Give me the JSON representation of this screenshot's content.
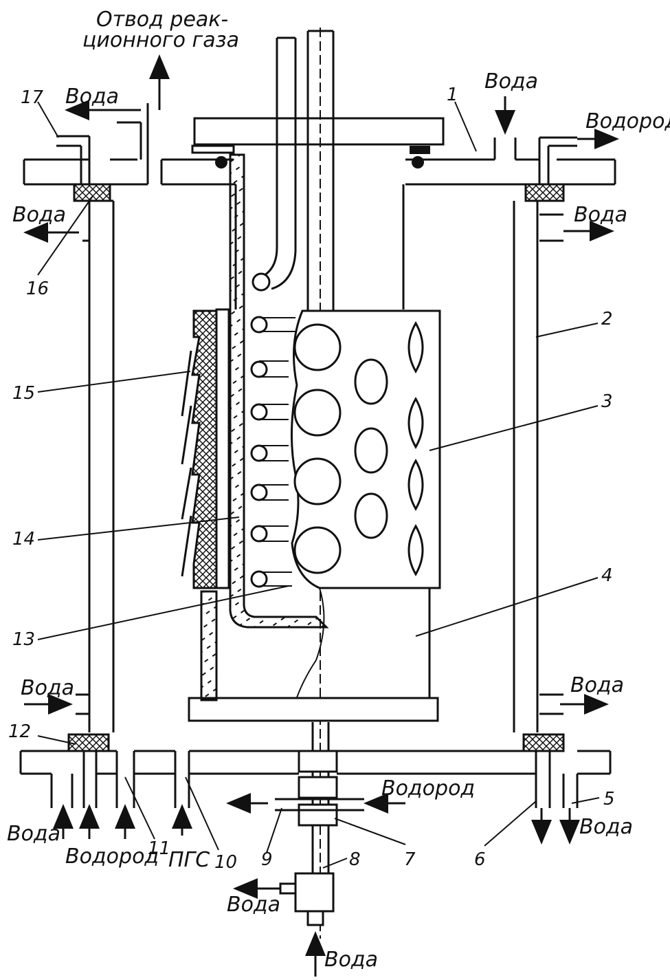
{
  "labels": {
    "top_gas_line1": "Отвод реак-",
    "top_gas_line2": "ционного газа",
    "water_top_left": "Вода",
    "water_top_center": "Вода",
    "hydrogen_top_right": "Водород",
    "water_upper_left": "Вода",
    "water_upper_right": "Вода",
    "water_lower_left": "Вода",
    "water_lower_right": "Вода",
    "hydrogen_bottom_middle": "Водород",
    "water_bottom_left": "Вода",
    "hydrogen_bottom_left": "Водород",
    "pgs": "ПГС",
    "water_bottom_right": "Вода",
    "water_outlet_bottom": "Вода",
    "water_inlet_bottom": "Вода"
  },
  "numbers": {
    "n1": "1",
    "n2": "2",
    "n3": "3",
    "n4": "4",
    "n5": "5",
    "n6": "6",
    "n7": "7",
    "n8": "8",
    "n9": "9",
    "n10": "10",
    "n11": "11",
    "n12": "12",
    "n13": "13",
    "n14": "14",
    "n15": "15",
    "n16": "16",
    "n17": "17"
  }
}
